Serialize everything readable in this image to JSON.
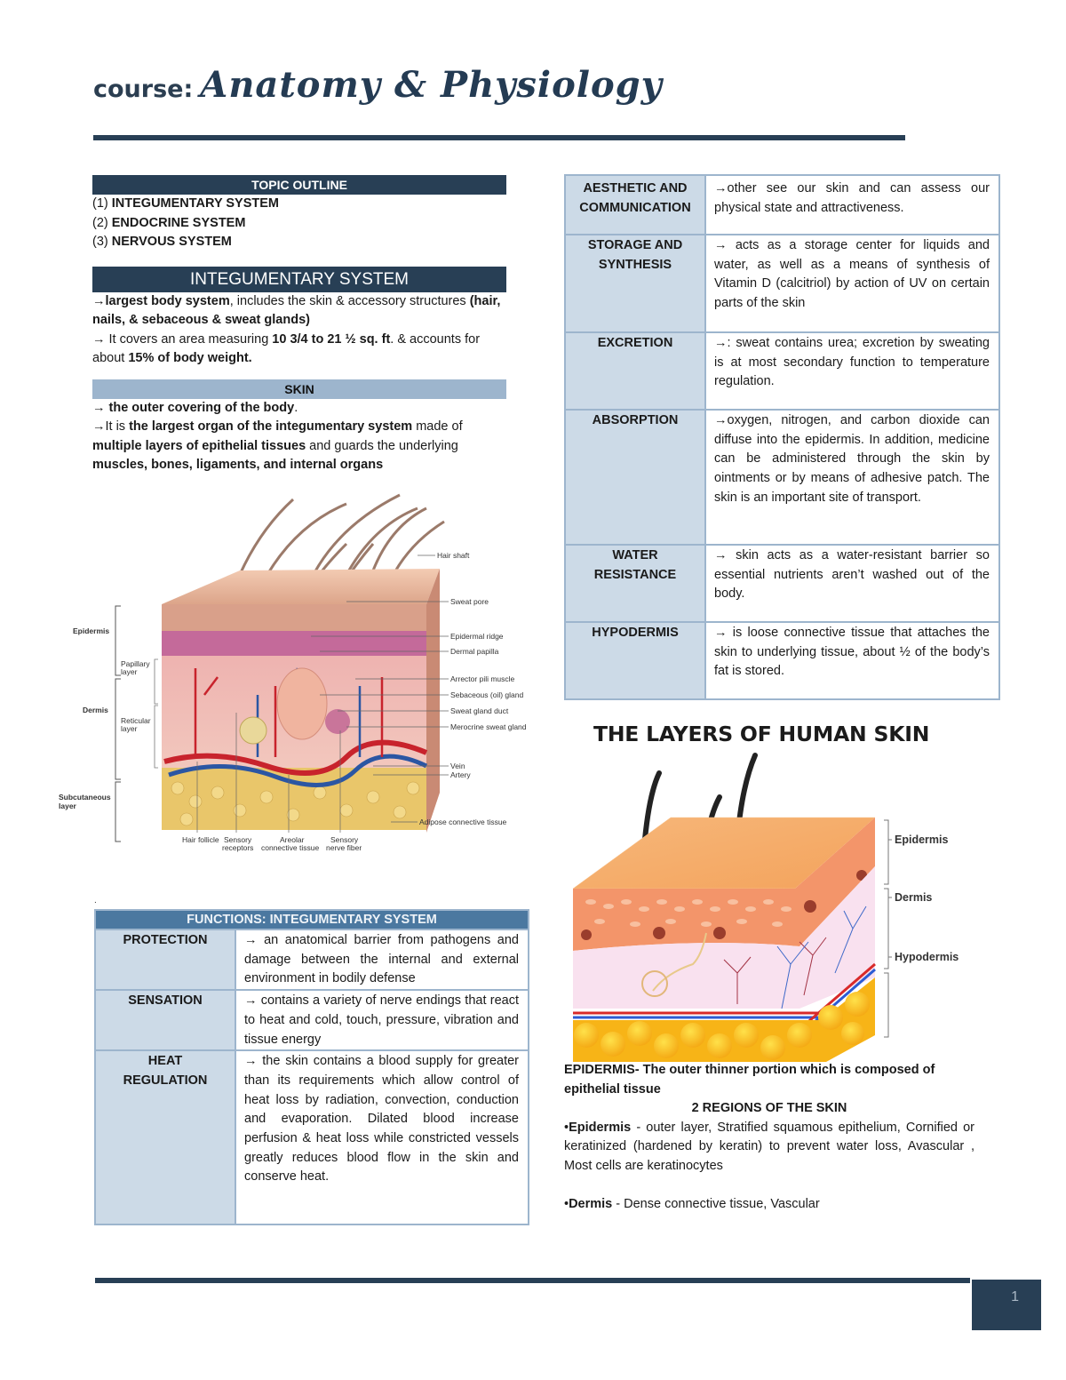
{
  "header": {
    "course_label": "course:",
    "course_name": "Anatomy & Physiology"
  },
  "topic_outline": {
    "title": "TOPIC OUTLINE",
    "items": [
      {
        "num": "(1)",
        "label": "INTEGUMENTARY SYSTEM"
      },
      {
        "num": "(2)",
        "label": "ENDOCRINE SYSTEM"
      },
      {
        "num": "(3)",
        "label": "NERVOUS SYSTEM"
      }
    ]
  },
  "integumentary": {
    "title": "INTEGUMENTARY SYSTEM",
    "p1_arrow": "→",
    "p1_bold": "largest body system",
    "p1_rest": ", includes the skin & accessory structures",
    "p1_bold2": "(hair, nails, & sebaceous & sweat glands)",
    "p2_arrow": "→ It covers an area measuring ",
    "p2_bold": "10 3/4 to 21 ½ sq. ft",
    "p2_rest": ". & accounts for about ",
    "p2_bold2": "15% of body weight."
  },
  "skin": {
    "title": "SKIN",
    "p1_arrow": "→ ",
    "p1_text": "the outer covering of the body",
    "p1_end": ".",
    "p2_arrow": "→It is ",
    "p2_bold": "the largest organ of the integumentary system",
    "p2_rest": " made of ",
    "p2_bold2": "multiple layers of epithelial tissues",
    "p2_rest2": " and guards the underlying ",
    "p2_bold3": "muscles, bones, ligaments, and internal organs"
  },
  "diagram1": {
    "left_labels": [
      "Epidermis",
      "Dermis",
      "Subcutaneous",
      "layer"
    ],
    "sub_labels": [
      "Papillary",
      "layer",
      "Reticular",
      "layer"
    ],
    "right_labels": [
      "Hair shaft",
      "Sweat pore",
      "Epidermal ridge",
      "Dermal papilla",
      "Arrector pili muscle",
      "Sebaceous (oil) gland",
      "Sweat gland duct",
      "Merocrine sweat gland",
      "Vein",
      "Artery",
      "Adipose connective tissue"
    ],
    "bottom_labels": [
      {
        "l1": "Hair follicle",
        "l2": ""
      },
      {
        "l1": "Sensory",
        "l2": "receptors"
      },
      {
        "l1": "Areolar",
        "l2": "connective tissue"
      },
      {
        "l1": "Sensory",
        "l2": "nerve fiber"
      }
    ]
  },
  "dot_mark": ".",
  "functions_table": {
    "title": "FUNCTIONS: INTEGUMENTARY SYSTEM",
    "rows": [
      {
        "key": "PROTECTION",
        "value": "→ an anatomical barrier from pathogens and damage between the internal and external environment in bodily defense"
      },
      {
        "key": "SENSATION",
        "value": "→ contains a variety of nerve endings that react to heat and cold, touch, pressure, vibration and tissue energy"
      },
      {
        "key": "HEAT REGULATION",
        "value": "→ the skin contains a blood supply for greater than its requirements which allow control of heat loss by radiation, convection, conduction and evaporation. Dilated blood increase perfusion & heat loss while constricted vessels greatly reduces blood flow in the skin and conserve heat."
      }
    ]
  },
  "functions_table_right": {
    "rows": [
      {
        "key": "AESTHETIC AND COMMUNICATION",
        "value": "→other see our skin and can assess our physical state and attractiveness."
      },
      {
        "key": "STORAGE AND SYNTHESIS",
        "value": "→ acts as a storage center for liquids and water, as well as a means of synthesis of Vitamin D (calcitriol) by action of UV on certain parts of the skin"
      },
      {
        "key": "EXCRETION",
        "value": "→: sweat contains urea; excretion by sweating is at most secondary function to temperature regulation."
      },
      {
        "key": "ABSORPTION",
        "value": "→oxygen, nitrogen, and carbon dioxide can diffuse into the epidermis. In addition, medicine can be administered through the skin by ointments or by means of adhesive patch. The skin is an important site of transport."
      },
      {
        "key": "WATER RESISTANCE",
        "value": "→ skin acts as a water-resistant barrier so essential nutrients aren’t washed out of the body."
      },
      {
        "key": "HYPODERMIS",
        "value": "→ is loose connective tissue that attaches the skin to underlying tissue, about ½ of the body’s fat is stored."
      }
    ]
  },
  "diagram2": {
    "title": "THE LAYERS OF HUMAN SKIN",
    "labels": [
      "Epidermis",
      "Dermis",
      "Hypodermis"
    ]
  },
  "epidermis_note": {
    "bold": "EPIDERMIS- The outer thinner portion which is composed of",
    "rest": "epithelial tissue",
    "regions_title": "2 REGIONS OF THE SKIN",
    "epi_bullet": "•",
    "epi_bold": "Epidermis",
    "epi_text": " - outer layer, Stratified squamous epithelium, Cornified or keratinized (hardened by keratin) to prevent water loss, Avascular , Most cells are keratinocytes",
    "der_bullet": "•",
    "der_bold": "Dermis",
    "der_text": " - Dense connective tissue, Vascular"
  },
  "footer": {
    "page_number": "1"
  },
  "colors": {
    "navy": "#283f55",
    "light_blue_bar": "#9db5cd",
    "table_header": "#4b78a0",
    "table_key_cell": "#ccdae7"
  }
}
